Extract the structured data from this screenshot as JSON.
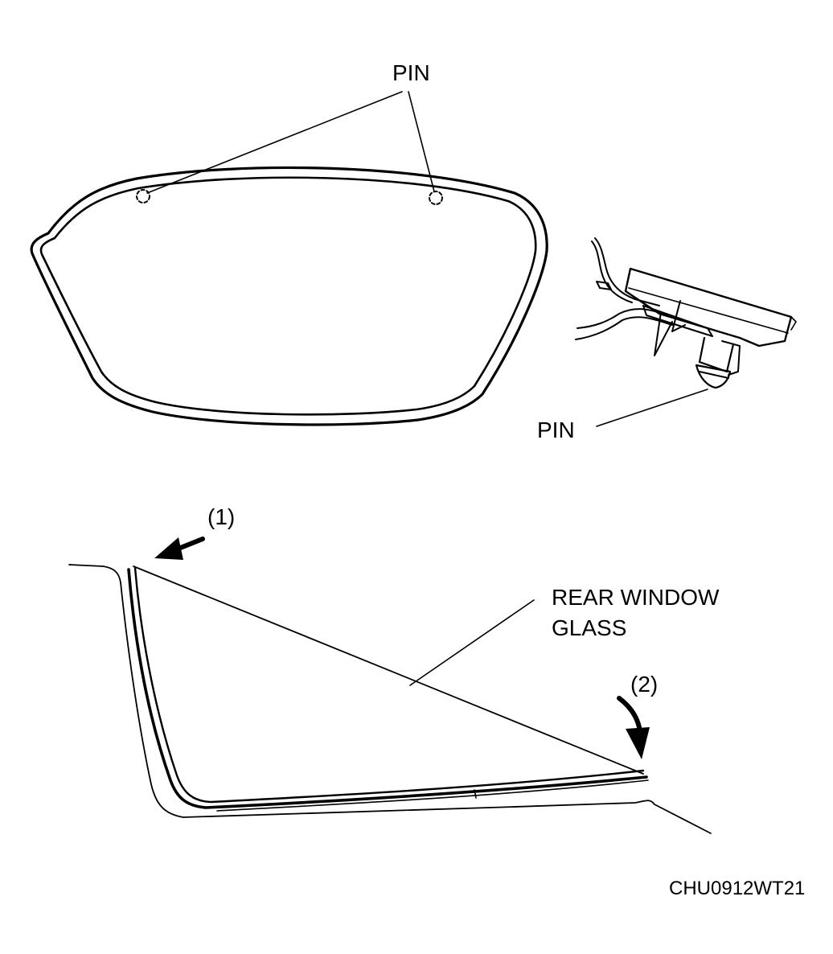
{
  "labels": {
    "pin_top": "PIN",
    "pin_detail": "PIN",
    "marker_1": "(1)",
    "marker_2": "(2)",
    "glass_line1": "REAR WINDOW",
    "glass_line2": "GLASS",
    "figure_code": "CHU0912WT21"
  },
  "colors": {
    "ink": "#000000",
    "paper": "#ffffff"
  }
}
